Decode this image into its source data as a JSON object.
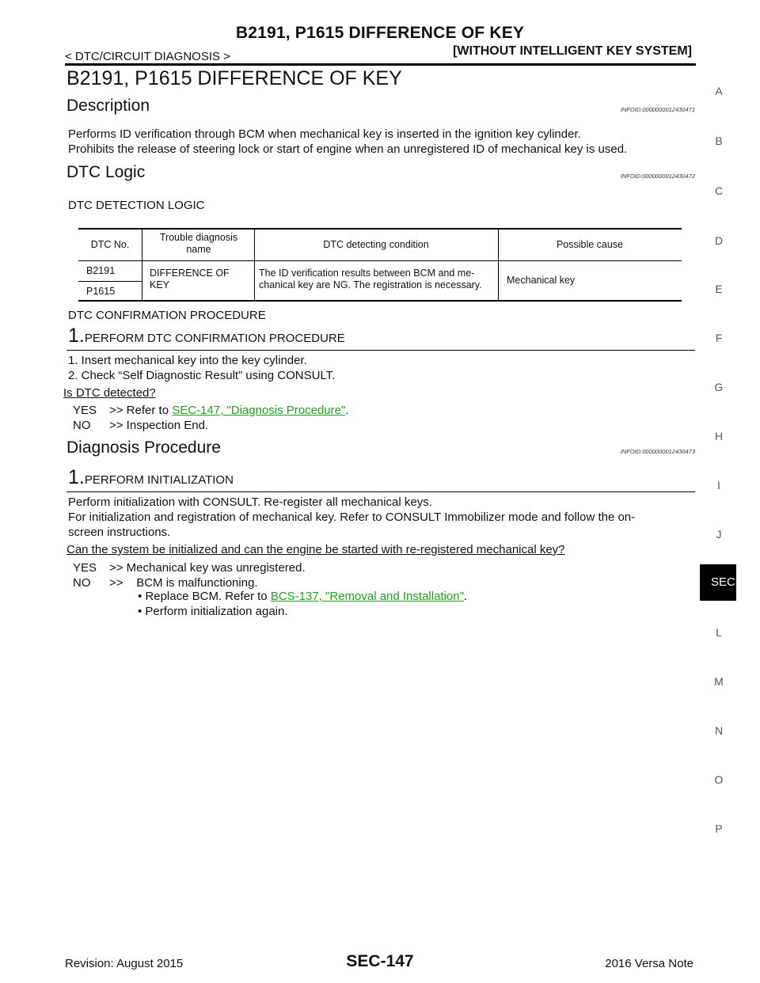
{
  "header": {
    "title": "B2191, P1615 DIFFERENCE OF KEY",
    "breadcrumb": "< DTC/CIRCUIT DIAGNOSIS >",
    "system": "[WITHOUT INTELLIGENT KEY SYSTEM]"
  },
  "section_title": "B2191, P1615 DIFFERENCE OF KEY",
  "description": {
    "heading": "Description",
    "infoid": "INFOID:0000000012430471",
    "lines": [
      "Performs ID verification through BCM when mechanical key is inserted in the ignition key cylinder.",
      "Prohibits the release of steering lock or start of engine when an unregistered ID of mechanical key is used."
    ]
  },
  "dtc_logic": {
    "heading": "DTC Logic",
    "infoid": "INFOID:0000000012430472",
    "subheading": "DTC DETECTION LOGIC",
    "table": {
      "headers": [
        "DTC No.",
        "Trouble diagnosis name",
        "DTC detecting condition",
        "Possible cause"
      ],
      "dtc_numbers": [
        "B2191",
        "P1615"
      ],
      "name": "DIFFERENCE OF KEY",
      "condition_lines": [
        "The ID verification results between BCM and me-",
        "chanical key are NG. The registration is necessary."
      ],
      "cause": "Mechanical key"
    },
    "confirmation": {
      "subheading": "DTC CONFIRMATION PROCEDURE",
      "step_num": "1.",
      "step_label": "PERFORM DTC CONFIRMATION PROCEDURE",
      "items": [
        "1.   Insert mechanical key into the key cylinder.",
        "2.   Check “Self Diagnostic Result” using CONSULT."
      ],
      "question": "Is DTC detected?",
      "yes_prefix": "YES",
      "yes_arrow": ">> Refer to ",
      "yes_link": "SEC-147, \"Diagnosis Procedure\"",
      "yes_suffix": ".",
      "no_prefix": "NO",
      "no_text": ">> Inspection End."
    }
  },
  "diagnosis": {
    "heading": "Diagnosis Procedure",
    "infoid": "INFOID:0000000012430473",
    "step_num": "1.",
    "step_label": "PERFORM INITIALIZATION",
    "lines": [
      "Perform initialization with CONSULT. Re-register all mechanical keys.",
      "For initialization and registration of mechanical key. Refer to CONSULT Immobilizer mode and follow the on-",
      "screen instructions."
    ],
    "question": "Can the system be initialized and can the engine be started with re-registered mechanical key?",
    "yes_prefix": "YES",
    "yes_text": ">> Mechanical key was unregistered.",
    "no_prefix": "NO",
    "no_text": ">>    BCM is malfunctioning.",
    "bullet1_prefix": "• Replace BCM. Refer to ",
    "bullet1_link": "BCS-137, \"Removal and Installation\"",
    "bullet1_suffix": ".",
    "bullet2": "• Perform initialization again."
  },
  "side_index": [
    "A",
    "B",
    "C",
    "D",
    "E",
    "F",
    "G",
    "H",
    "I",
    "J",
    "SEC",
    "L",
    "M",
    "N",
    "O",
    "P"
  ],
  "footer": {
    "revision": "Revision: August 2015",
    "page": "SEC-147",
    "model": "2016 Versa Note"
  }
}
